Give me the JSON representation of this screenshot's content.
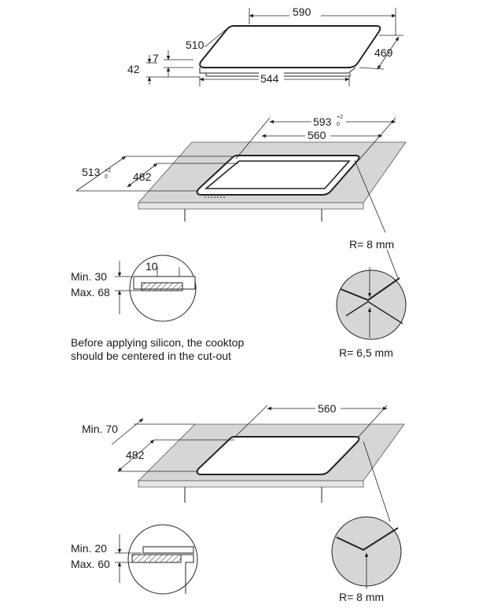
{
  "hob_top": {
    "width": "590",
    "depth_top": "510",
    "depth_side": "469",
    "base_width": "544",
    "glass": "7",
    "height": "42"
  },
  "cutout_1": {
    "outer_w": "593",
    "outer_tol_top": "+2",
    "outer_tol_bot": "0",
    "inner_w": "560",
    "outer_d": "513",
    "outer_d_tol_top": "+2",
    "outer_d_tol_bot": "0",
    "inner_d": "482",
    "radius_top": "R= 8 mm"
  },
  "detail_1": {
    "ten": "10",
    "min": "Min. 30",
    "max": "Max. 68",
    "radius_bottom": "R= 6,5 mm",
    "note_line1": "Before applying silicon, the cooktop",
    "note_line2": "should be centered in the cut-out"
  },
  "cutout_2": {
    "inner_w": "560",
    "min": "Min. 70",
    "inner_d": "482"
  },
  "detail_2": {
    "min": "Min. 20",
    "max": "Max. 60",
    "radius": "R= 8 mm"
  }
}
